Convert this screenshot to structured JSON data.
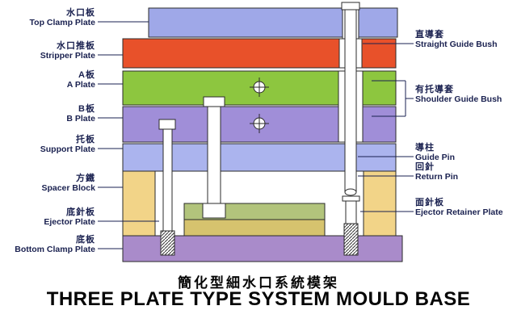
{
  "title": {
    "zh": "簡化型細水口系統模架",
    "en": "THREE PLATE TYPE SYSTEM MOULD BASE"
  },
  "left_labels": [
    {
      "zh": "水口板",
      "en": "Top Clamp Plate"
    },
    {
      "zh": "水口推板",
      "en": "Stripper Plate"
    },
    {
      "zh": "A板",
      "en": "A Plate"
    },
    {
      "zh": "B板",
      "en": "B Plate"
    },
    {
      "zh": "托板",
      "en": "Support Plate"
    },
    {
      "zh": "方鐵",
      "en": "Spacer Block"
    },
    {
      "zh": "底針板",
      "en": "Ejector Plate"
    },
    {
      "zh": "底板",
      "en": "Bottom Clamp Plate"
    }
  ],
  "right_labels": [
    {
      "zh": "直導套",
      "en": "Straight Guide Bush"
    },
    {
      "zh": "有托導套",
      "en": "Shoulder Guide Bush"
    },
    {
      "zh": "導柱",
      "en": "Guide Pin"
    },
    {
      "zh": "回針",
      "en": "Return Pin"
    },
    {
      "zh": "面針板",
      "en": "Ejector Retainer Plate"
    }
  ],
  "colors": {
    "top_clamp_plate": "#9fa8e8",
    "stripper_plate": "#e8512a",
    "a_plate": "#8dc63f",
    "b_plate": "#a08ed8",
    "support_plate": "#abb4ee",
    "spacer_block": "#f2d488",
    "ejector_retainer_plate": "#b2c47c",
    "ejector_plate": "#d6c36e",
    "bottom_clamp_plate": "#a98bca",
    "outline": "#2b2b2b",
    "leader_line": "#1a2150"
  }
}
